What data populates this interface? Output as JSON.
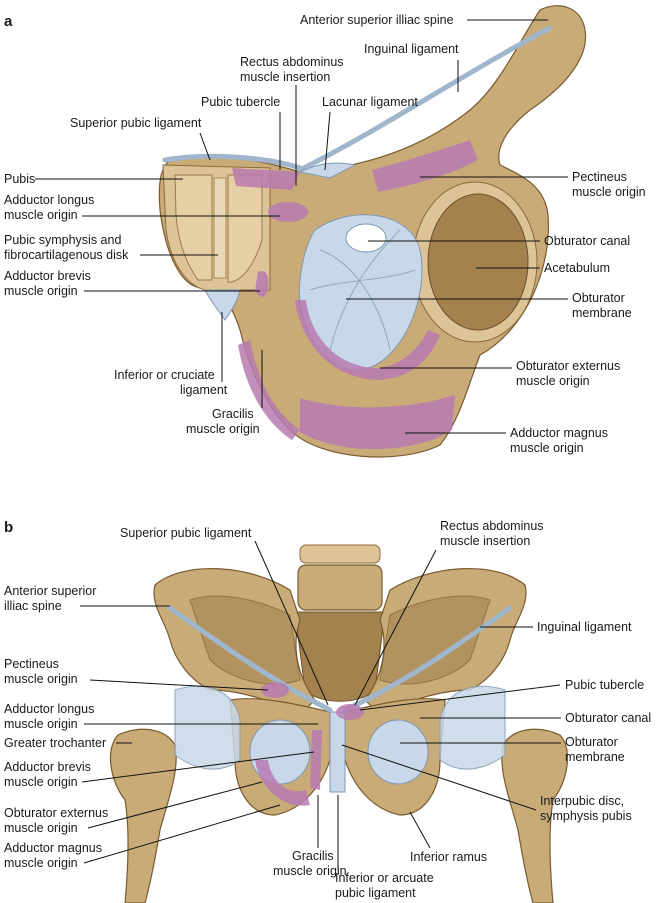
{
  "panel_a": {
    "letter": "a",
    "labels": {
      "asis": "Anterior superior illiac spine",
      "inguinal": "Inguinal ligament",
      "rectus1": "Rectus abdominus",
      "rectus2": "muscle insertion",
      "pubic_tubercle": "Pubic tubercle",
      "lacunar": "Lacunar ligament",
      "sup_pubic": "Superior pubic ligament",
      "pubis": "Pubis",
      "pectineus1": "Pectineus",
      "pectineus2": "muscle origin",
      "add_longus1": "Adductor longus",
      "add_longus2": "muscle origin",
      "symphysis1": "Pubic symphysis and",
      "symphysis2": "fibrocartilagenous disk",
      "obt_canal": "Obturator canal",
      "acetabulum": "Acetabulum",
      "add_brevis1": "Adductor brevis",
      "add_brevis2": "muscle origin",
      "obt_membrane1": "Obturator",
      "obt_membrane2": "membrane",
      "inf_cruciate1": "Inferior or cruciate",
      "inf_cruciate2": "ligament",
      "obt_ext1": "Obturator externus",
      "obt_ext2": "muscle origin",
      "gracilis1": "Gracilis",
      "gracilis2": "muscle origin",
      "add_magnus1": "Adductor magnus",
      "add_magnus2": "muscle origin"
    }
  },
  "panel_b": {
    "letter": "b",
    "labels": {
      "sup_pubic": "Superior pubic ligament",
      "rectus1": "Rectus abdominus",
      "rectus2": "muscle insertion",
      "asis1": "Anterior superior",
      "asis2": "illiac spine",
      "inguinal": "Inguinal ligament",
      "pectineus1": "Pectineus",
      "pectineus2": "muscle origin",
      "pubic_tubercle": "Pubic tubercle",
      "add_longus1": "Adductor longus",
      "add_longus2": "muscle origin",
      "obt_canal": "Obturator canal",
      "greater_troch": "Greater trochanter",
      "obt_membrane1": "Obturator",
      "obt_membrane2": "membrane",
      "add_brevis1": "Adductor brevis",
      "add_brevis2": "muscle origin",
      "interpubic1": "Interpubic disc,",
      "interpubic2": "symphysis pubis",
      "obt_ext1": "Obturator externus",
      "obt_ext2": "muscle origin",
      "add_magnus1": "Adductor magnus",
      "add_magnus2": "muscle origin",
      "gracilis1": "Gracilis",
      "gracilis2": "muscle origin",
      "inf_ramus": "Inferior ramus",
      "inf_arcuate1": "Inferior or arcuate",
      "inf_arcuate2": "pubic ligament"
    }
  }
}
